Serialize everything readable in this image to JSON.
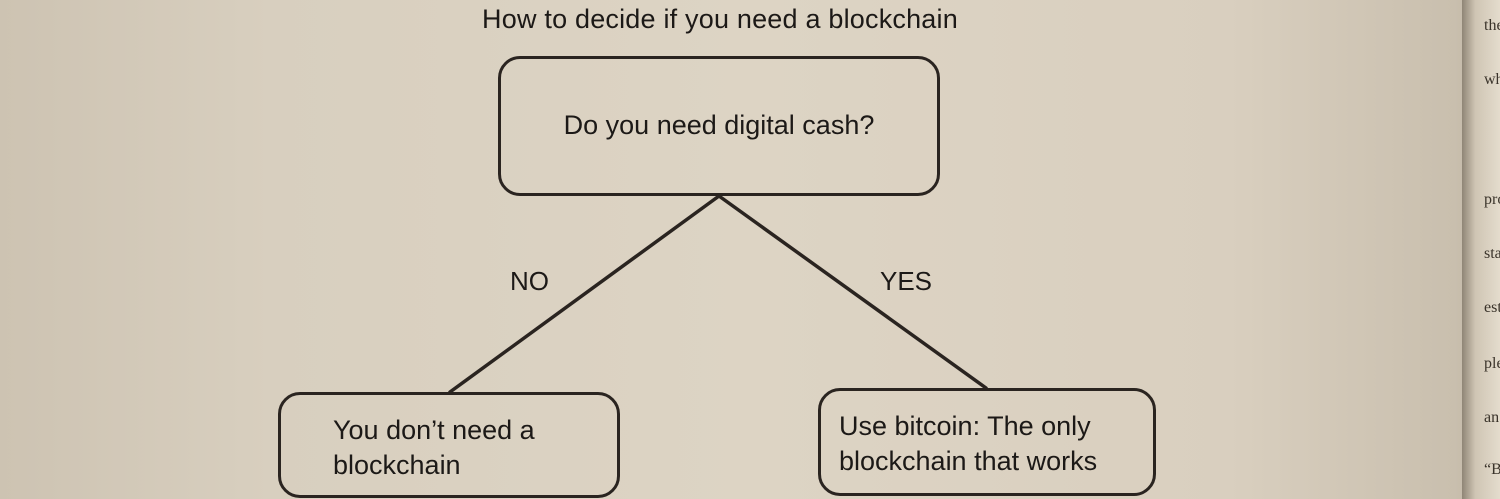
{
  "diagram": {
    "title": "How to decide if you need a blockchain",
    "root": {
      "question": "Do you need digital cash?"
    },
    "branches": [
      {
        "label": "NO",
        "outcome": "You don’t need a blockchain"
      },
      {
        "label": "YES",
        "outcome": "Use bitcoin: The only blockchain that works"
      }
    ]
  },
  "page_edge": {
    "fragments": [
      "the",
      "wh",
      "pro",
      "sta",
      "est",
      "ple",
      "an",
      "“B"
    ]
  },
  "colors": {
    "paper": "#ddd4c4",
    "ink": "#2a2420"
  }
}
